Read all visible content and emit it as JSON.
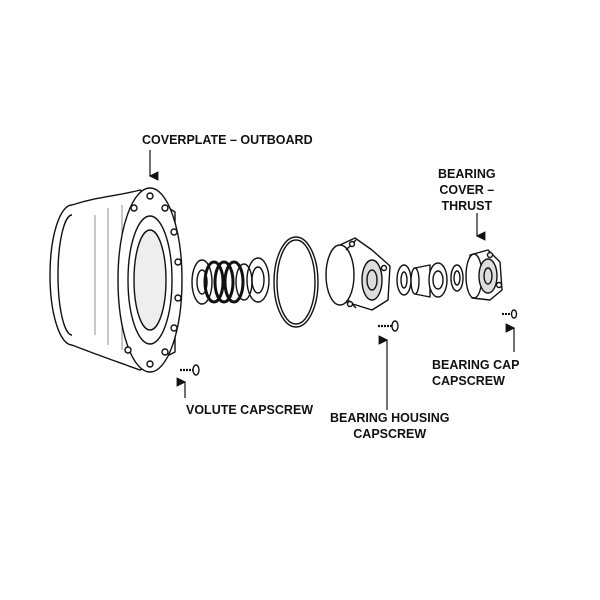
{
  "labels": {
    "coverplate": "COVERPLATE – OUTBOARD",
    "bearing_cover": [
      "BEARING",
      "COVER –",
      "THRUST"
    ],
    "bearing_cap": [
      "BEARING CAP",
      "CAPSCREW"
    ],
    "volute": "VOLUTE CAPSCREW",
    "bearing_housing": [
      "BEARING HOUSING",
      "CAPSCREW"
    ]
  },
  "colors": {
    "ink": "#111111",
    "paper": "#ffffff",
    "shade": "#bdbdbd"
  }
}
